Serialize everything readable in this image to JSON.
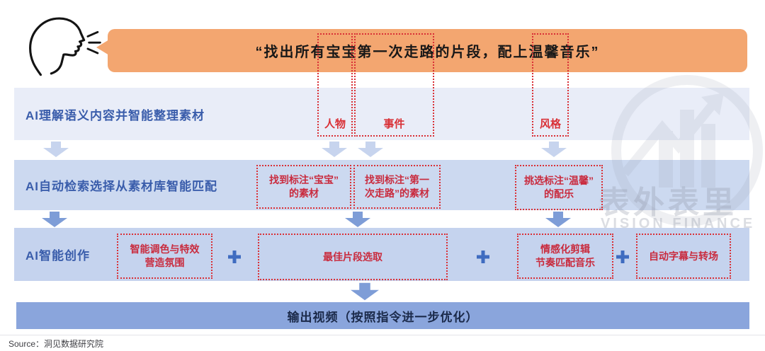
{
  "speech": {
    "text": "“找出所有宝宝第一次走路的片段，配上温馨音乐”"
  },
  "tags": [
    {
      "label": "人物"
    },
    {
      "label": "事件"
    },
    {
      "label": "风格"
    }
  ],
  "steps": [
    {
      "label": "AI理解语义内容并智能整理素材"
    },
    {
      "label": "AI自动检索选择从素材库智能匹配"
    },
    {
      "label": "AI智能创作"
    }
  ],
  "step2_boxes": [
    {
      "text": "找到标注“宝宝”\n的素材"
    },
    {
      "text": "找到标注“第一\n次走路”的素材"
    },
    {
      "text": "挑选标注“温馨”\n的配乐"
    }
  ],
  "step3_boxes": [
    {
      "text": "智能调色与特效\n营造氛围"
    },
    {
      "text": "最佳片段选取"
    },
    {
      "text": "情感化剪辑\n节奏匹配音乐"
    },
    {
      "text": "自动字幕与转场"
    }
  ],
  "output": {
    "label": "输出视频（按照指令进一步优化）"
  },
  "source": {
    "label": "Source：洞见数据研究院"
  },
  "watermark": {
    "cn": "表外表里",
    "en": "VISION FINANCE"
  },
  "colors": {
    "bubble": "#F3A670",
    "row1_bg": "#E9EDF8",
    "row2_bg": "#CCD9F0",
    "row3_bg": "#C5D3EE",
    "output_bg": "#8AA5DC",
    "accent_red": "#D93036",
    "label_blue": "#3A5DAB",
    "arrow_light": "#C7D4EE",
    "arrow_dark": "#7E9DD7",
    "plus_blue": "#3F6CC0"
  }
}
